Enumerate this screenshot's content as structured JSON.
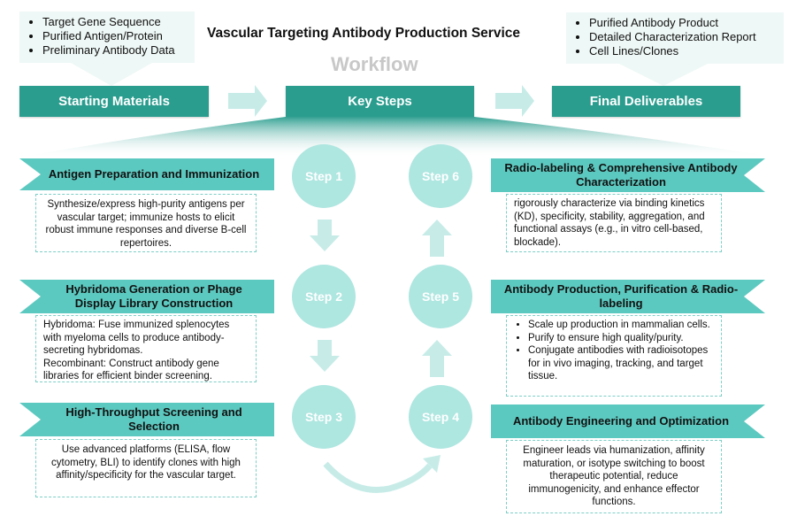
{
  "title": "Vascular Targeting Antibody Production Service",
  "workflow_label": "Workflow",
  "inputs": [
    "Target Gene Sequence",
    "Purified Antigen/Protein",
    "Preliminary Antibody Data"
  ],
  "outputs": [
    "Purified Antibody Product",
    "Detailed Characterization Report",
    "Cell Lines/Clones"
  ],
  "headers": {
    "start": "Starting Materials",
    "key": "Key Steps",
    "final": "Final Deliverables"
  },
  "steps": [
    {
      "label": "Step 1",
      "title": "Antigen Preparation and Immunization",
      "desc": "Synthesize/express high-purity antigens per vascular target; immunize hosts to elicit robust immune responses and diverse B-cell repertoires."
    },
    {
      "label": "Step 2",
      "title": "Hybridoma Generation or Phage Display Library Construction",
      "desc_lines": [
        "Hybridoma: Fuse immunized splenocytes with myeloma cells to produce antibody-secreting hybridomas.",
        "Recombinant: Construct antibody gene libraries for efficient binder screening."
      ]
    },
    {
      "label": "Step 3",
      "title": "High-Throughput Screening and Selection",
      "desc": "Use advanced platforms (ELISA, flow cytometry, BLI) to identify clones with high affinity/specificity for the vascular target."
    },
    {
      "label": "Step 4",
      "title": "Antibody Engineering and Optimization",
      "desc": "Engineer leads via humanization, affinity maturation, or isotype switching to boost therapeutic potential, reduce immunogenicity, and enhance effector functions."
    },
    {
      "label": "Step 5",
      "title": "Antibody Production, Purification & Radio-labeling",
      "bullets": [
        "Scale up production in mammalian cells.",
        "Purify to ensure high quality/purity.",
        "Conjugate antibodies with radioisotopes for in vivo imaging, tracking, and target tissue."
      ]
    },
    {
      "label": "Step 6",
      "title": "Radio-labeling & Comprehensive Antibody Characterization",
      "desc": "rigorously characterize via binding kinetics (KD), specificity, stability, aggregation, and functional assays (e.g., in vitro cell-based, blockade)."
    }
  ],
  "colors": {
    "accent": "#2a9d8f",
    "ribbon": "#5cc9c0",
    "circle": "#aee6e0",
    "arrow": "#c7ece8",
    "box": "#eef8f6"
  }
}
